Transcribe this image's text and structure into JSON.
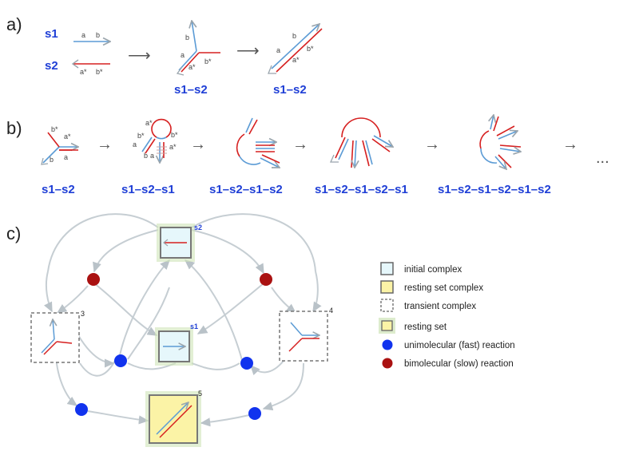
{
  "panels": {
    "a": "a)",
    "b": "b)",
    "c": "c)"
  },
  "panel_a": {
    "s1": "s1",
    "s2": "s2",
    "domain_a": "a",
    "domain_b": "b",
    "domain_a_star": "a*",
    "domain_b_star": "b*",
    "arrow": "⟶",
    "label_mid": "s1–s2",
    "label_right": "s1–s2"
  },
  "panel_b": {
    "arrow": "→",
    "ellipsis": "...",
    "labels": [
      "s1–s2",
      "s1–s2–s1",
      "s1–s2–s1–s2",
      "s1–s2–s1–s2–s1",
      "s1–s2–s1–s2–s1–s2"
    ],
    "d_a": "a",
    "d_b": "b",
    "d_a_star": "a*",
    "d_b_star": "b*"
  },
  "panel_c": {
    "node_labels": {
      "s2": "s2",
      "s1": "s1",
      "n3": "3",
      "n4": "4",
      "n5": "5"
    },
    "legend": [
      {
        "text": "initial complex"
      },
      {
        "text": "resting set complex"
      },
      {
        "text": "transient complex"
      },
      {
        "text": "resting set"
      },
      {
        "text": "unimolecular (fast) reaction"
      },
      {
        "text": "bimolecular (slow) reaction"
      }
    ]
  },
  "colors": {
    "blue_strand": "#5b9bd5",
    "red_strand": "#d62020",
    "label_blue": "#1f3fd6",
    "fast": "#1133ee",
    "slow": "#aa1111",
    "initial_fill": "#e6f7fb",
    "resting_fill": "#fbf3a6"
  }
}
